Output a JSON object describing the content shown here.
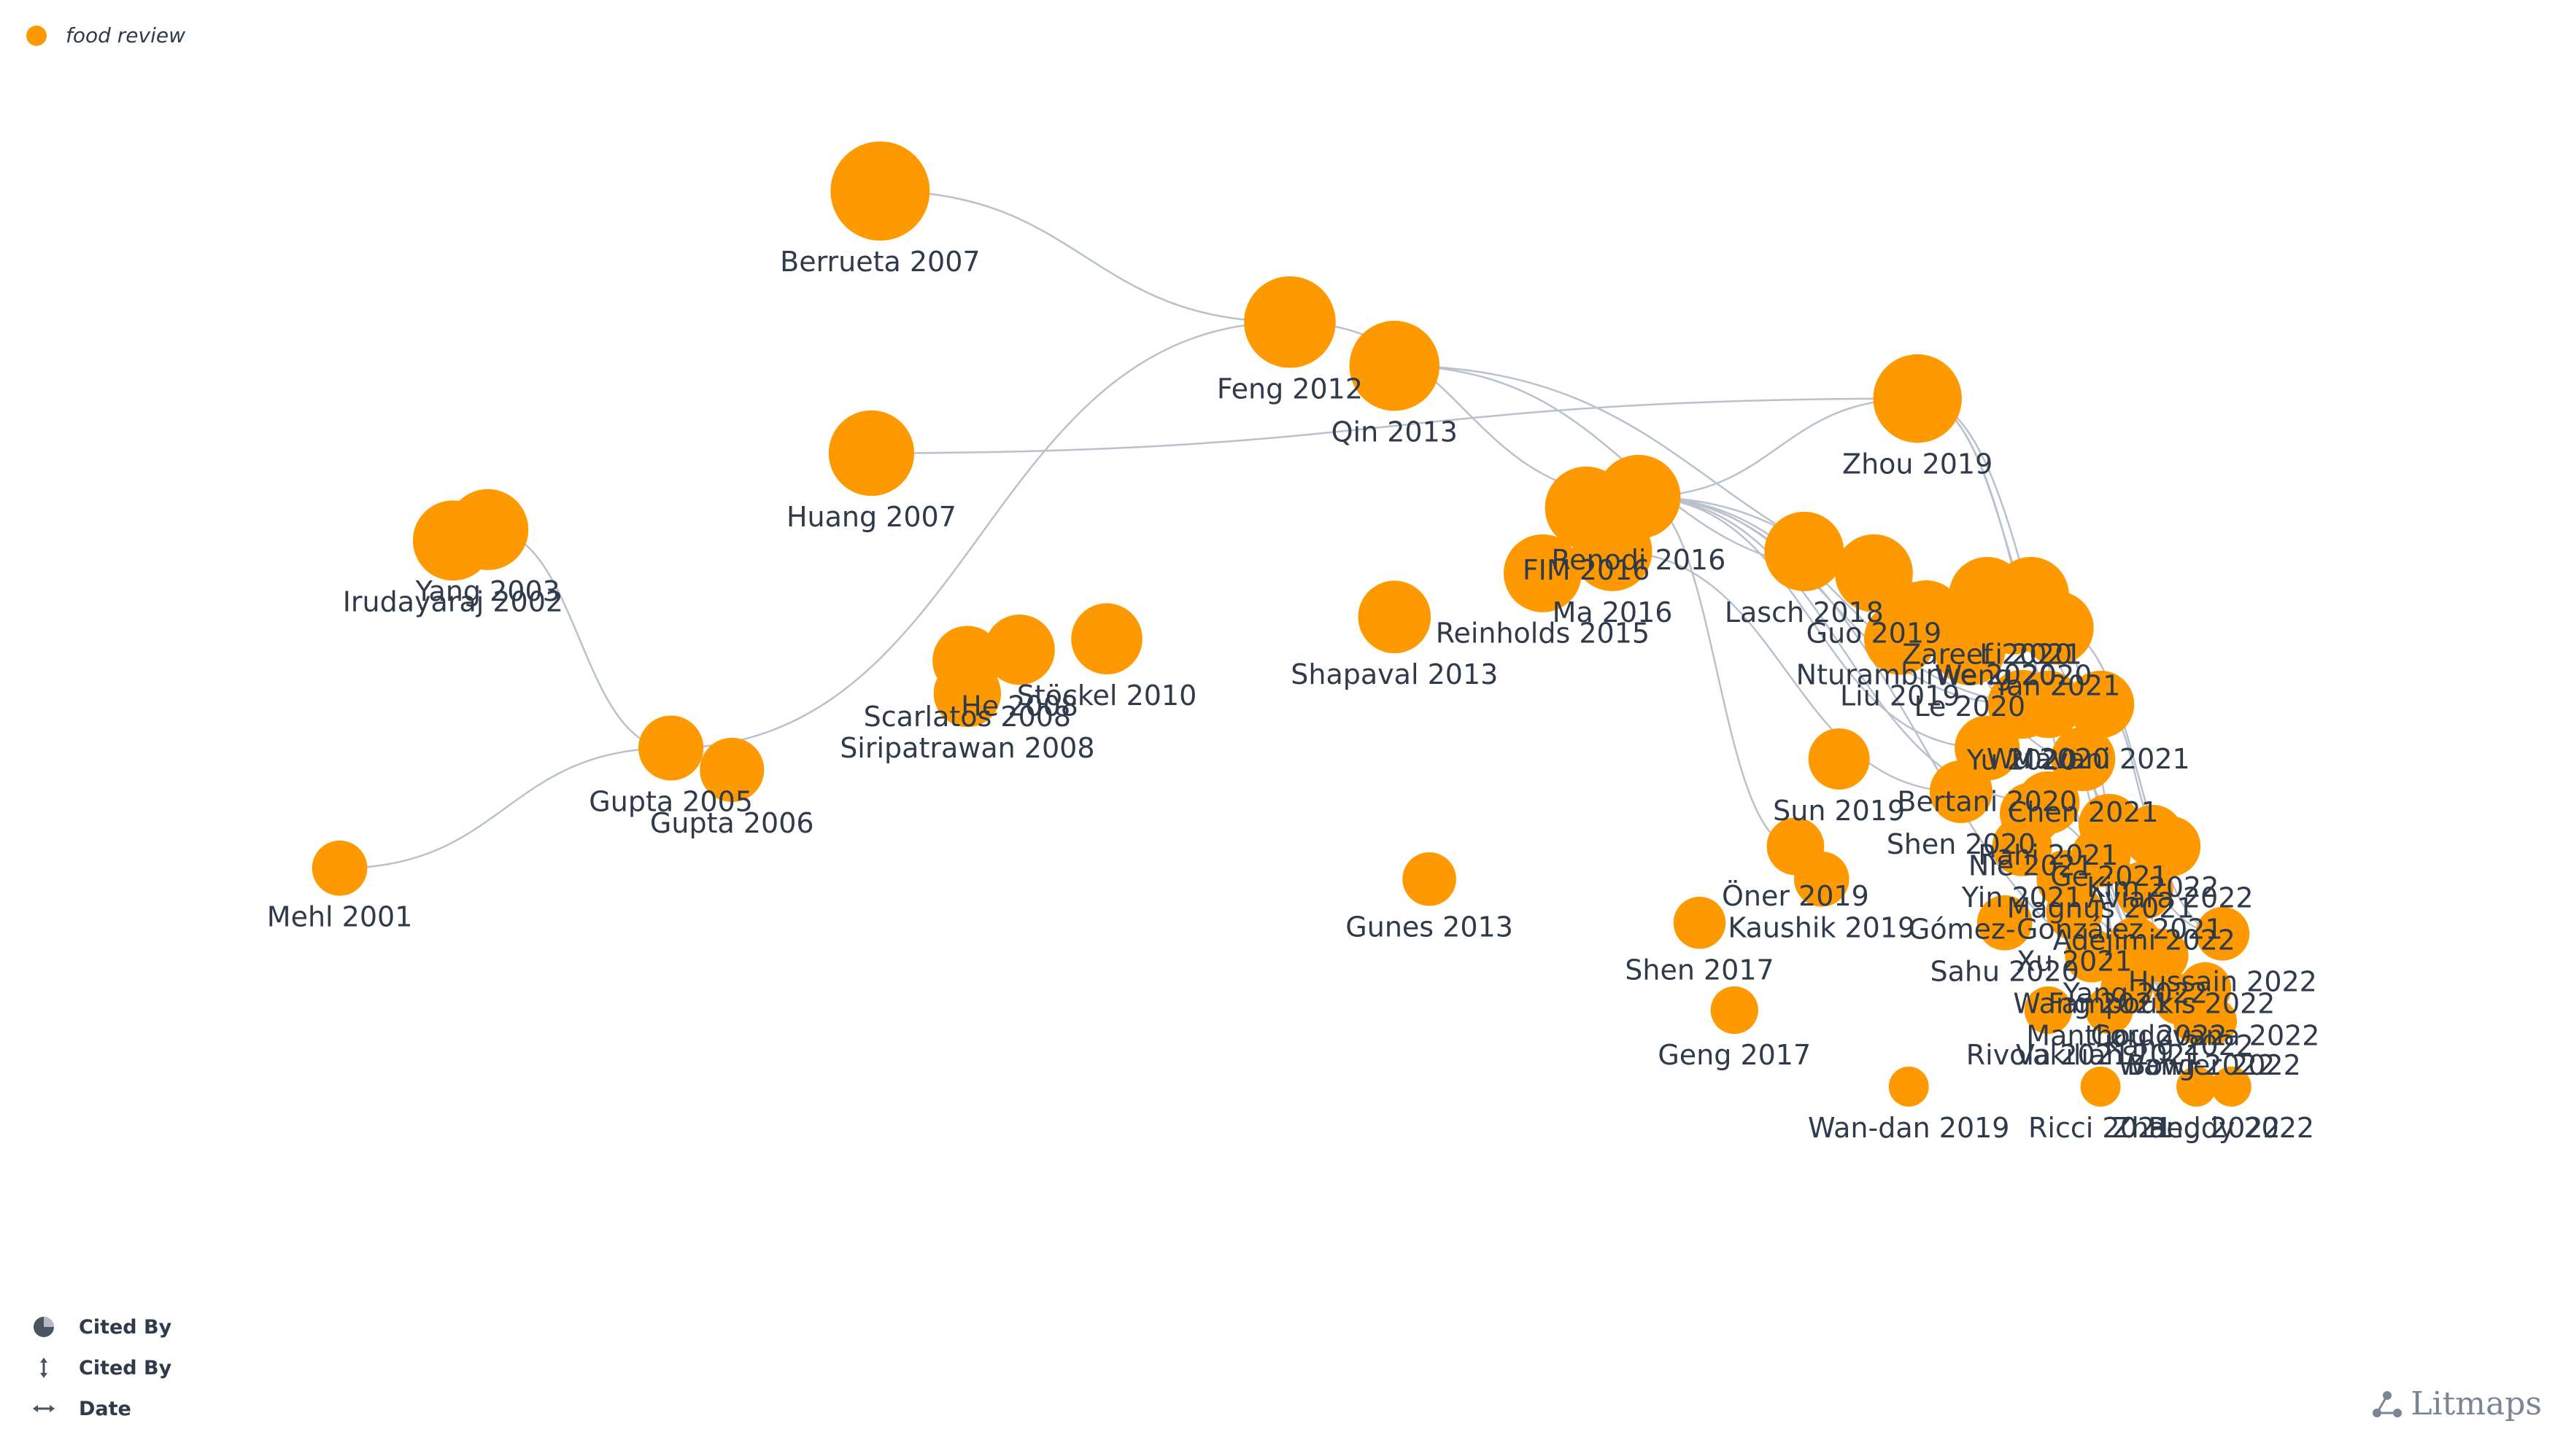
{
  "legend": {
    "label": "food review",
    "color": "#FF9900"
  },
  "bottom_legend": [
    {
      "icon": "color-wheel-icon",
      "label": "Cited By"
    },
    {
      "icon": "vertical-arrow-icon",
      "label": "Cited By"
    },
    {
      "icon": "horizontal-arrow-icon",
      "label": "Date"
    }
  ],
  "brand": "Litmaps",
  "colors": {
    "node": "#FF9900",
    "edge": "#b9c1cc",
    "label": "#2f3a4a"
  },
  "chart_data": {
    "type": "scatter",
    "xaxis": "Date",
    "yaxis": "Cited By",
    "title": "",
    "nodes": [
      {
        "label": "Berrueta 2007",
        "year": 2007.5,
        "rank": 0.0,
        "size": 1.0
      },
      {
        "label": "Feng 2012",
        "year": 2012.2,
        "rank": 0.12,
        "size": 0.9
      },
      {
        "label": "Qin 2013",
        "year": 2013.4,
        "rank": 0.16,
        "size": 0.88
      },
      {
        "label": "Zhou 2019",
        "year": 2019.4,
        "rank": 0.19,
        "size": 0.86
      },
      {
        "label": "Huang 2007",
        "year": 2007.4,
        "rank": 0.24,
        "size": 0.82
      },
      {
        "label": "Yang 2003",
        "year": 2003.0,
        "rank": 0.31,
        "size": 0.76
      },
      {
        "label": "Irudayaraj 2002",
        "year": 2002.6,
        "rank": 0.32,
        "size": 0.75
      },
      {
        "label": "FIM 2016",
        "year": 2015.6,
        "rank": 0.29,
        "size": 0.78
      },
      {
        "label": "Ma 2016",
        "year": 2015.9,
        "rank": 0.33,
        "size": 0.74
      },
      {
        "label": "Renodi 2016",
        "year": 2016.2,
        "rank": 0.28,
        "size": 0.8
      },
      {
        "label": "Reinholds 2015",
        "year": 2015.1,
        "rank": 0.35,
        "size": 0.72
      },
      {
        "label": "Lasch 2018",
        "year": 2018.1,
        "rank": 0.33,
        "size": 0.74
      },
      {
        "label": "Guo 2019",
        "year": 2018.9,
        "rank": 0.35,
        "size": 0.72
      },
      {
        "label": "Shapaval 2013",
        "year": 2013.4,
        "rank": 0.39,
        "size": 0.65
      },
      {
        "label": "Stöckel 2010",
        "year": 2010.1,
        "rank": 0.41,
        "size": 0.63
      },
      {
        "label": "He 2008",
        "year": 2009.1,
        "rank": 0.42,
        "size": 0.62
      },
      {
        "label": "Scarlatos 2008",
        "year": 2008.5,
        "rank": 0.43,
        "size": 0.61
      },
      {
        "label": "Siripatrawan 2008",
        "year": 2008.5,
        "rank": 0.46,
        "size": 0.58
      },
      {
        "label": "Gupta 2005",
        "year": 2005.1,
        "rank": 0.51,
        "size": 0.55
      },
      {
        "label": "Gupta 2006",
        "year": 2005.8,
        "rank": 0.53,
        "size": 0.54
      },
      {
        "label": "Mehl 2001",
        "year": 2001.3,
        "rank": 0.62,
        "size": 0.42
      },
      {
        "label": "Gunes 2013",
        "year": 2013.8,
        "rank": 0.63,
        "size": 0.4
      },
      {
        "label": "Zareef 2020",
        "year": 2020.2,
        "rank": 0.37,
        "size": 0.7
      },
      {
        "label": "Weng 2020",
        "year": 2020.5,
        "rank": 0.39,
        "size": 0.68
      },
      {
        "label": "Nturambirwe 2020",
        "year": 2019.5,
        "rank": 0.39,
        "size": 0.66
      },
      {
        "label": "Liu 2019",
        "year": 2019.2,
        "rank": 0.41,
        "size": 0.64
      },
      {
        "label": "Le 2020",
        "year": 2020.0,
        "rank": 0.42,
        "size": 0.63
      },
      {
        "label": "Li 2021",
        "year": 2020.7,
        "rank": 0.37,
        "size": 0.7
      },
      {
        "label": "Yan 2021",
        "year": 2021.0,
        "rank": 0.4,
        "size": 0.66
      },
      {
        "label": "Mavani 2021",
        "year": 2021.5,
        "rank": 0.47,
        "size": 0.58
      },
      {
        "label": "Yu 2020",
        "year": 2020.6,
        "rank": 0.47,
        "size": 0.6
      },
      {
        "label": "Wu 2020",
        "year": 2020.9,
        "rank": 0.47,
        "size": 0.58
      },
      {
        "label": "Bertani 2020",
        "year": 2020.2,
        "rank": 0.51,
        "size": 0.55
      },
      {
        "label": "Shen 2020",
        "year": 2019.9,
        "rank": 0.55,
        "size": 0.52
      },
      {
        "label": "Sun 2019",
        "year": 2018.5,
        "rank": 0.52,
        "size": 0.5
      },
      {
        "label": "Öner 2019",
        "year": 2018.0,
        "rank": 0.6,
        "size": 0.45
      },
      {
        "label": "Kaushik 2019",
        "year": 2018.3,
        "rank": 0.63,
        "size": 0.42
      },
      {
        "label": "Shen 2017",
        "year": 2016.9,
        "rank": 0.67,
        "size": 0.38
      },
      {
        "label": "Geng 2017",
        "year": 2017.3,
        "rank": 0.75,
        "size": 0.32
      },
      {
        "label": "Wan-dan 2019",
        "year": 2019.3,
        "rank": 0.82,
        "size": 0.22
      },
      {
        "label": "Chen 2021",
        "year": 2021.3,
        "rank": 0.52,
        "size": 0.54
      },
      {
        "label": "Rahi 2021",
        "year": 2020.9,
        "rank": 0.56,
        "size": 0.52
      },
      {
        "label": "Nie 2021",
        "year": 2020.7,
        "rank": 0.57,
        "size": 0.51
      },
      {
        "label": "Yin 2021",
        "year": 2020.6,
        "rank": 0.6,
        "size": 0.48
      },
      {
        "label": "Ge 2021",
        "year": 2021.6,
        "rank": 0.58,
        "size": 0.5
      },
      {
        "label": "Magnus 2021",
        "year": 2021.5,
        "rank": 0.61,
        "size": 0.48
      },
      {
        "label": "Kim 2022",
        "year": 2022.1,
        "rank": 0.59,
        "size": 0.5
      },
      {
        "label": "Aviara 2022",
        "year": 2022.3,
        "rank": 0.6,
        "size": 0.49
      },
      {
        "label": "Adejimi 2022",
        "year": 2022.0,
        "rank": 0.64,
        "size": 0.46
      },
      {
        "label": "Gómez-González 2021",
        "year": 2021.1,
        "rank": 0.63,
        "size": 0.46
      },
      {
        "label": "Xu 2021",
        "year": 2021.2,
        "rank": 0.66,
        "size": 0.44
      },
      {
        "label": "Sahu 2020",
        "year": 2020.4,
        "rank": 0.67,
        "size": 0.42
      },
      {
        "label": "Yang 2022",
        "year": 2021.9,
        "rank": 0.69,
        "size": 0.42
      },
      {
        "label": "Wang 2021",
        "year": 2021.4,
        "rank": 0.7,
        "size": 0.4
      },
      {
        "label": "Fampoukis 2022",
        "year": 2022.2,
        "rank": 0.7,
        "size": 0.4
      },
      {
        "label": "Hussain 2022",
        "year": 2022.9,
        "rank": 0.68,
        "size": 0.4
      },
      {
        "label": "Manthou 2022",
        "year": 2021.8,
        "rank": 0.73,
        "size": 0.38
      },
      {
        "label": "Cordovana 2022",
        "year": 2022.7,
        "rank": 0.73,
        "size": 0.38
      },
      {
        "label": "Kang 2022",
        "year": 2022.4,
        "rank": 0.74,
        "size": 0.36
      },
      {
        "label": "Rivola 2021",
        "year": 2020.9,
        "rank": 0.75,
        "size": 0.32
      },
      {
        "label": "Vakilian 2021",
        "year": 2021.6,
        "rank": 0.75,
        "size": 0.32
      },
      {
        "label": "Wang 2022",
        "year": 2022.6,
        "rank": 0.76,
        "size": 0.3
      },
      {
        "label": "Bowler 2022",
        "year": 2022.8,
        "rank": 0.76,
        "size": 0.3
      },
      {
        "label": "Ricci 2021",
        "year": 2021.5,
        "rank": 0.82,
        "size": 0.22
      },
      {
        "label": "Zhang 2022",
        "year": 2022.6,
        "rank": 0.82,
        "size": 0.22
      },
      {
        "label": "Reddy 2022",
        "year": 2023.0,
        "rank": 0.82,
        "size": 0.22
      }
    ],
    "edges": [
      [
        "Berrueta 2007",
        "Feng 2012"
      ],
      [
        "Feng 2012",
        "Renodi 2016"
      ],
      [
        "Feng 2012",
        "Gupta 2005"
      ],
      [
        "Yang 2003",
        "Gupta 2005"
      ],
      [
        "Gupta 2005",
        "Mehl 2001"
      ],
      [
        "Huang 2007",
        "Zhou 2019"
      ],
      [
        "Qin 2013",
        "Guo 2019"
      ],
      [
        "Qin 2013",
        "Li 2021"
      ],
      [
        "Zhou 2019",
        "Mavani 2021"
      ],
      [
        "Zhou 2019",
        "Kim 2022"
      ],
      [
        "Zhou 2019",
        "Adejimi 2022"
      ],
      [
        "Renodi 2016",
        "Zhou 2019"
      ],
      [
        "Renodi 2016",
        "Öner 2019"
      ],
      [
        "Renodi 2016",
        "Bertani 2020"
      ],
      [
        "Renodi 2016",
        "Wu 2020"
      ],
      [
        "Renodi 2016",
        "Zareef 2020"
      ],
      [
        "Renodi 2016",
        "Yu 2020"
      ],
      [
        "Renodi 2016",
        "Rahi 2021"
      ],
      [
        "Renodi 2016",
        "Cordovana 2022"
      ],
      [
        "Ma 2016",
        "Shen 2020"
      ],
      [
        "Guo 2019",
        "Chen 2021"
      ],
      [
        "Zareef 2020",
        "Wang 2022"
      ],
      [
        "Weng 2020",
        "Mavani 2021"
      ],
      [
        "Li 2021",
        "Kang 2022"
      ],
      [
        "Yan 2021",
        "Hussain 2022"
      ],
      [
        "Yu 2020",
        "Bowler 2022"
      ],
      [
        "Chen 2021",
        "Manthou 2022"
      ],
      [
        "Rahi 2021",
        "Fampoukis 2022"
      ],
      [
        "Nie 2021",
        "Cordovana 2022"
      ],
      [
        "Mavani 2021",
        "Aviara 2022"
      ],
      [
        "Ge 2021",
        "Wang 2022"
      ],
      [
        "Magnus 2021",
        "Hussain 2022"
      ],
      [
        "Xu 2021",
        "Kang 2022"
      ]
    ]
  }
}
